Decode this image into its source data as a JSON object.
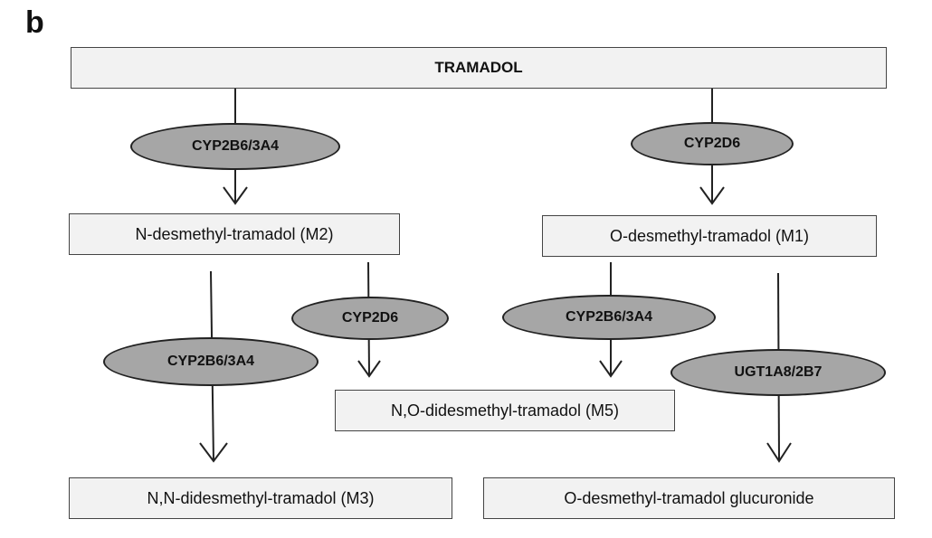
{
  "panel_label": "b",
  "compounds": {
    "tramadol": "TRAMADOL",
    "m2": "N-desmethyl-tramadol (M2)",
    "m1": "O-desmethyl-tramadol (M1)",
    "m5": "N,O-didesmethyl-tramadol (M5)",
    "m3": "N,N-didesmethyl-tramadol (M3)",
    "glucuronide": "O-desmethyl-tramadol glucuronide"
  },
  "enzymes": {
    "e1": "CYP2B6/3A4",
    "e2": "CYP2D6",
    "e3": "CYP2B6/3A4",
    "e4": "CYP2D6",
    "e5": "CYP2B6/3A4",
    "e6": "UGT1A8/2B7"
  },
  "colors": {
    "box_fill": "#f2f2f2",
    "enzyme_fill": "#a6a6a6",
    "line": "#222222"
  }
}
